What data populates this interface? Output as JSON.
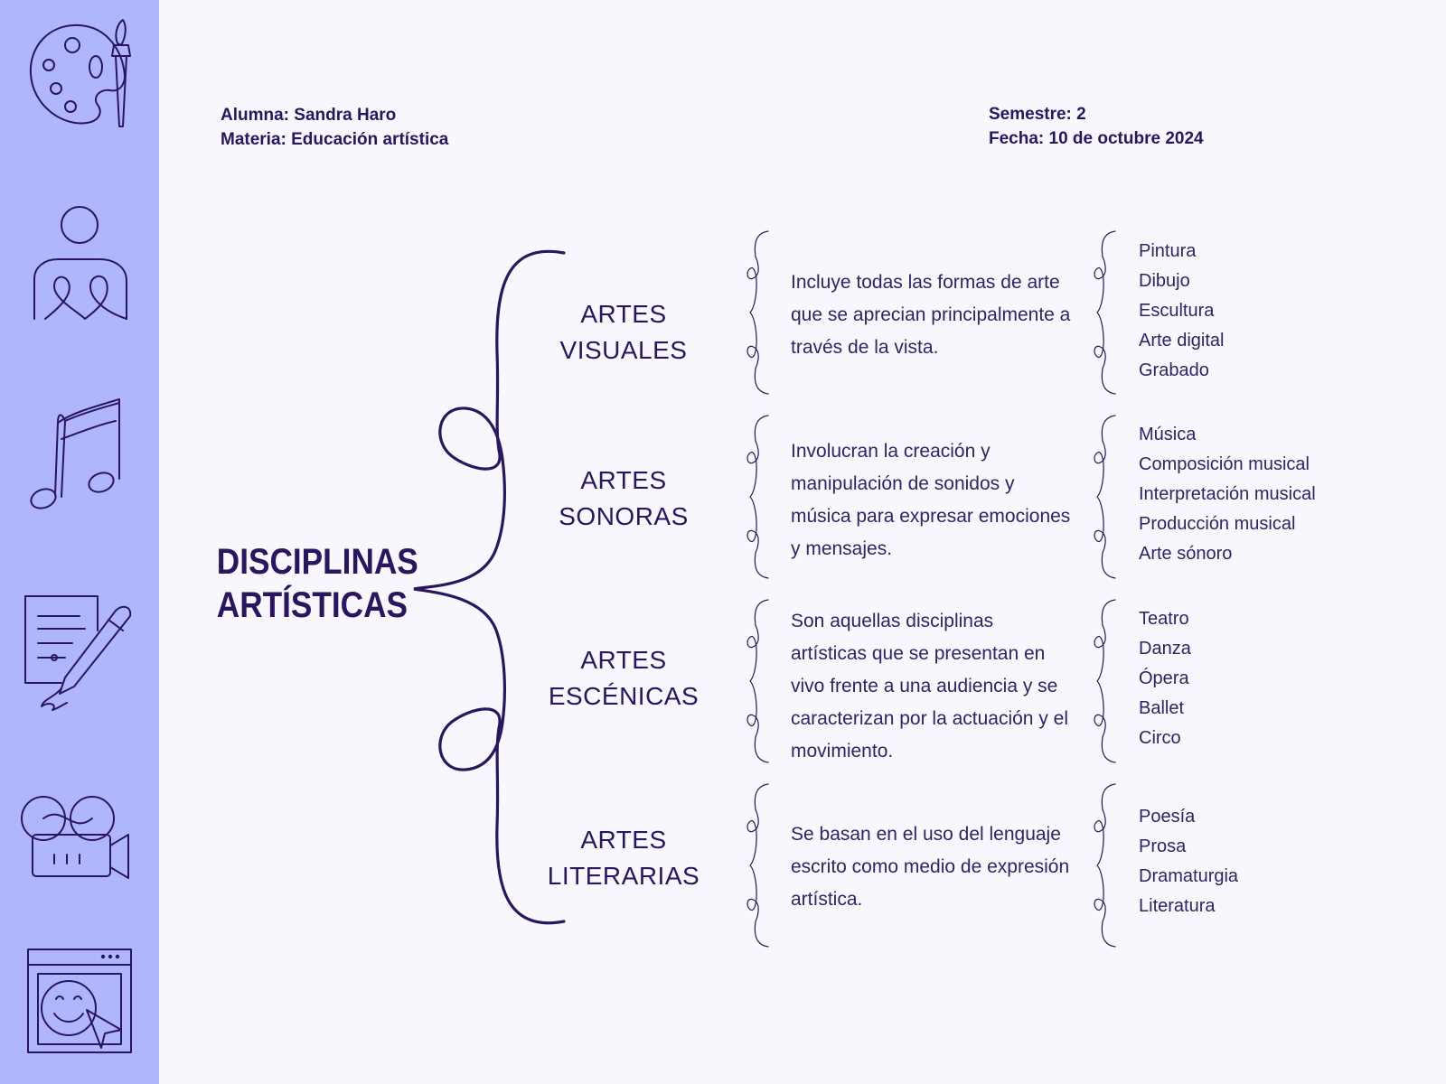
{
  "header": {
    "student": "Alumna: Sandra Haro",
    "subject": "Materia: Educación artística",
    "semester": "Semestre: 2",
    "date": "Fecha: 10 de octubre 2024"
  },
  "title": {
    "line1": "DISCIPLINAS",
    "line2": "ARTÍSTICAS"
  },
  "categories": [
    {
      "line1": "ARTES",
      "line2": "VISUALES",
      "description": "Incluye todas las formas de arte que se aprecian principalmente a través de la vista.",
      "items": [
        "Pintura",
        "Dibujo",
        "Escultura",
        "Arte digital",
        "Grabado"
      ]
    },
    {
      "line1": "ARTES",
      "line2": "SONORAS",
      "description": "Involucran la creación y manipulación de sonidos y música para expresar emociones y mensajes.",
      "items": [
        "Música",
        "Composición musical",
        "Interpretación musical",
        "Producción musical",
        "Arte sónoro"
      ]
    },
    {
      "line1": "ARTES",
      "line2": "ESCÉNICAS",
      "description": "Son aquellas disciplinas artísticas que se presentan en vivo frente a una audiencia y se caracterizan por la actuación y el movimiento.",
      "items": [
        "Teatro",
        "Danza",
        "Ópera",
        "Ballet",
        "Circo"
      ]
    },
    {
      "line1": "ARTES",
      "line2": "LITERARIAS",
      "description": "Se basan en el uso del lenguaje escrito como medio de expresión artística.",
      "items": [
        "Poesía",
        "Prosa",
        "Dramaturgia",
        "Literatura"
      ]
    }
  ],
  "sidebar_icons": [
    "palette-icon",
    "person-heart-icon",
    "music-note-icon",
    "document-pen-icon",
    "film-camera-icon",
    "browser-smiley-icon"
  ],
  "colors": {
    "sidebar": "#b0b6fb",
    "background": "#f7f7fd",
    "ink": "#2a1660"
  }
}
